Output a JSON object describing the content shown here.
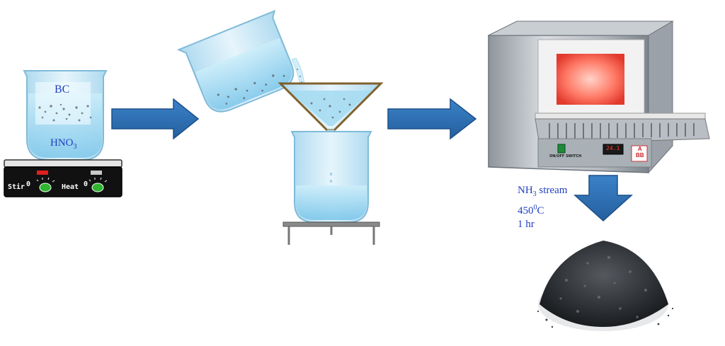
{
  "step1": {
    "beaker_top_label": "BC",
    "beaker_bottom_label": "HNO",
    "beaker_bottom_subscript": "3",
    "hotplate": {
      "stir_label": "Stir",
      "heat_label": "Heat",
      "stir_zero": "0",
      "heat_zero": "0",
      "stir_indicator_color": "#e02020",
      "heat_indicator_color": "#c8c8c8",
      "knob_color": "#2fb52f"
    }
  },
  "step3": {
    "furnace_switch_label": "ON/OFF SWITCH",
    "furnace_display": "24.1",
    "furnace_logo_line1": "A",
    "furnace_logo_line2": "BB"
  },
  "conditions": {
    "gas_main": "NH",
    "gas_subscript": "3",
    "gas_suffix": " stream",
    "temp_value": "450",
    "temp_superscript": "0",
    "temp_unit": "C",
    "time": "1 hr"
  },
  "colors": {
    "arrow_blue": "#2a6db5",
    "arrow_edge": "#1d4f88",
    "glass_blue": "#bfe3f5",
    "liquid_blue": "#8cd0ef",
    "text_blue": "#1f3fbf",
    "furnace_glow": "#ff5a4a",
    "powder_dark": "#2b2f33"
  }
}
